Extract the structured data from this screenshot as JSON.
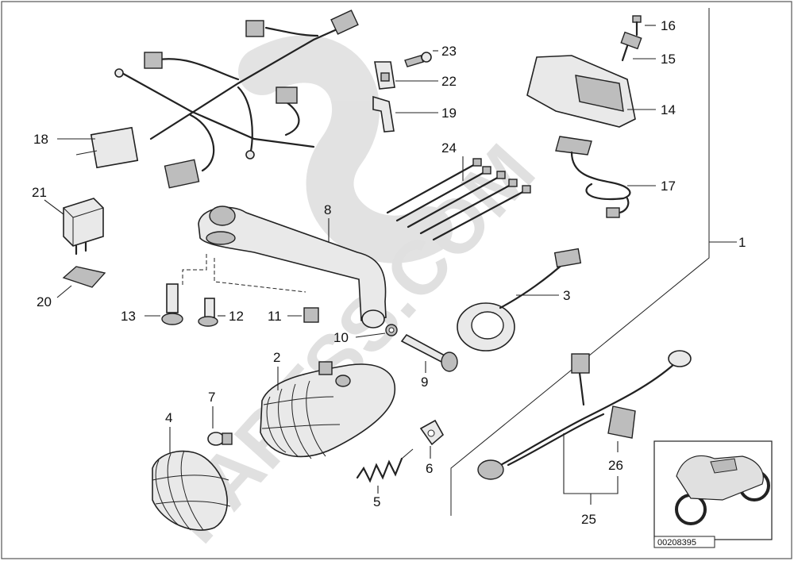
{
  "diagram": {
    "reference_code": "00208395",
    "watermark": "PARTSS.COM",
    "callouts": [
      "1",
      "2",
      "3",
      "4",
      "5",
      "6",
      "7",
      "8",
      "9",
      "10",
      "11",
      "12",
      "13",
      "14",
      "15",
      "16",
      "17",
      "18",
      "19",
      "20",
      "21",
      "22",
      "23",
      "24",
      "25",
      "26"
    ]
  }
}
